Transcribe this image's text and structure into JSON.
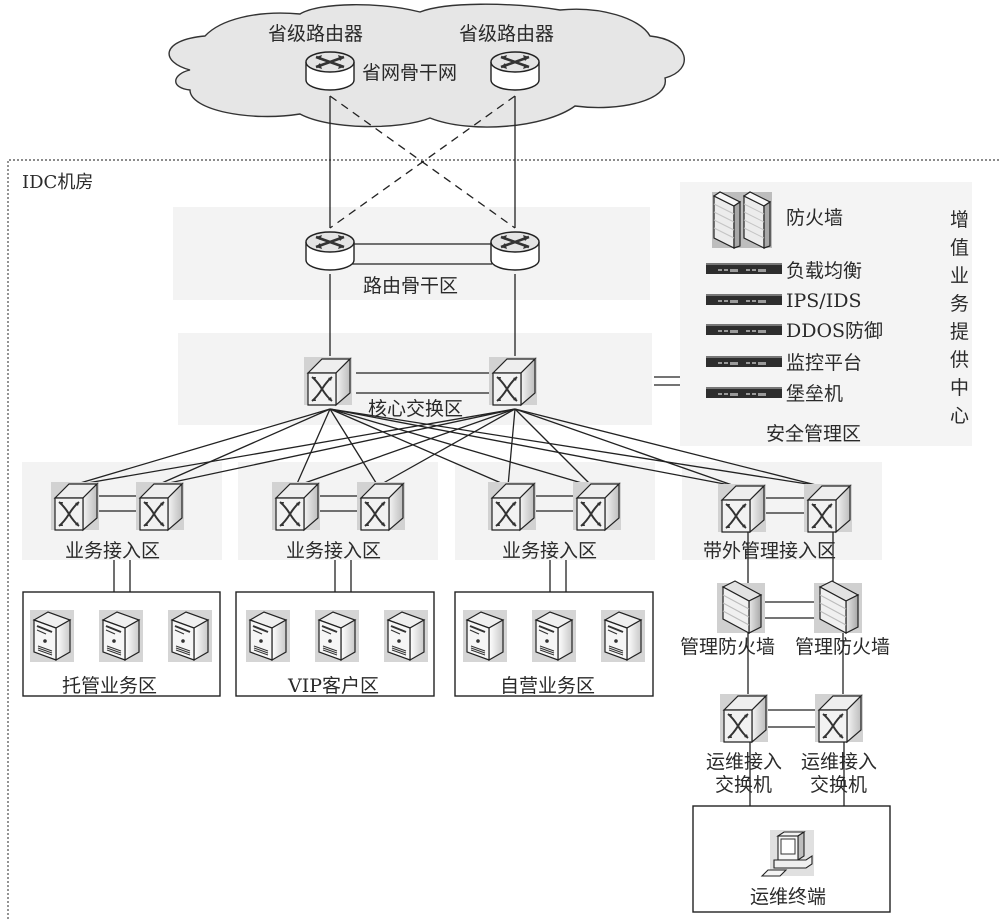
{
  "cloud": {
    "label": "省网骨干网",
    "router_left_label": "省级路由器",
    "router_right_label": "省级路由器"
  },
  "idc": {
    "title": "IDC机房"
  },
  "zones": {
    "routing_backbone": "路由骨干区",
    "core_switching": "核心交换区",
    "access_1": "业务接入区",
    "access_2": "业务接入区",
    "access_3": "业务接入区",
    "oob_access": "带外管理接入区"
  },
  "server_groups": [
    {
      "label": "托管业务区",
      "servers": 3
    },
    {
      "label": "VIP客户区",
      "servers": 3
    },
    {
      "label": "自营业务区",
      "servers": 3
    }
  ],
  "management": {
    "firewall_left": "管理防火墙",
    "firewall_right": "管理防火墙",
    "ops_switch_left_line1": "运维接入",
    "ops_switch_left_line2": "交换机",
    "ops_switch_right_line1": "运维接入",
    "ops_switch_right_line2": "交换机",
    "terminal": "运维终端"
  },
  "security_zone": {
    "title": "安全管理区",
    "items": [
      {
        "icon": "firewall-icon",
        "label": "防火墙"
      },
      {
        "icon": "appliance-icon",
        "label": "负载均衡"
      },
      {
        "icon": "appliance-icon",
        "label": "IPS/IDS"
      },
      {
        "icon": "appliance-icon",
        "label": "DDOS防御"
      },
      {
        "icon": "appliance-icon",
        "label": "监控平台"
      },
      {
        "icon": "appliance-icon",
        "label": "堡垒机"
      }
    ],
    "side_label_chars": [
      "增",
      "值",
      "业",
      "务",
      "提",
      "供",
      "中",
      "心"
    ]
  }
}
